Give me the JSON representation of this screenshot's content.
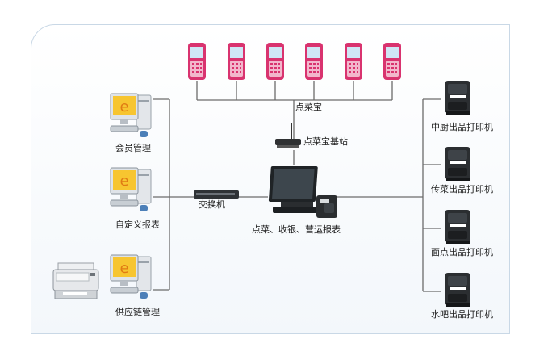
{
  "labels": {
    "diancaibao": "点菜宝",
    "base_station": "点菜宝基站",
    "switch": "交换机",
    "pos": "点菜、收银、营运报表",
    "member": "会员管理",
    "custom_report": "自定义报表",
    "supply_chain": "供应链管理",
    "printers": [
      "中厨出品打印机",
      "传菜出品打印机",
      "面点出品打印机",
      "水吧出品打印机"
    ]
  },
  "icons": {
    "handset": "handheld-ordering-device-icon",
    "computer": "desktop-computer-icon",
    "printer": "receipt-printer-icon",
    "laser_printer": "office-printer-icon",
    "router": "base-station-router-icon",
    "switch": "network-switch-icon",
    "pos": "pos-terminal-icon"
  },
  "colors": {
    "handset": "#d9336f",
    "line": "#6b6b6b",
    "panel_border": "#c9d8e6"
  }
}
